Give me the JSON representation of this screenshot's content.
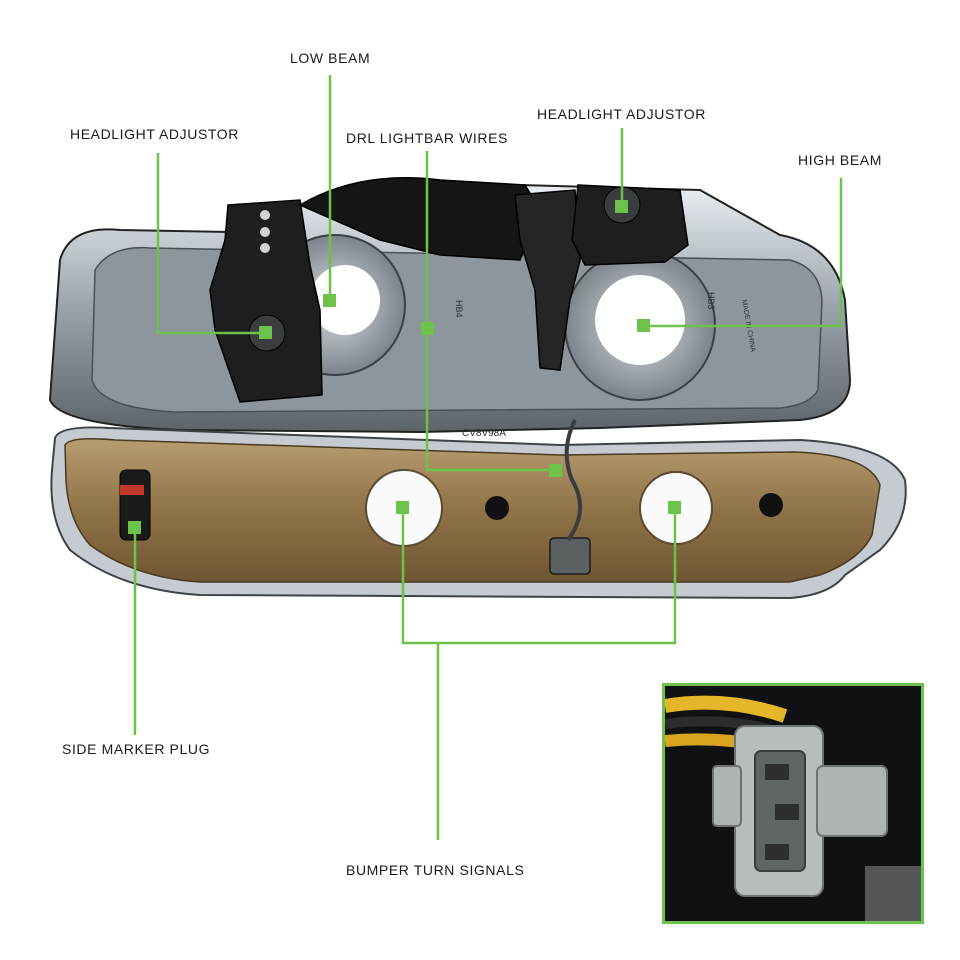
{
  "accent_color": "#6cc24a",
  "callouts": {
    "low_beam": "LOW BEAM",
    "headlight_adjustor_left": "HEADLIGHT ADJUSTOR",
    "drl_lightbar_wires": "DRL LIGHTBAR WIRES",
    "headlight_adjustor_right": "HEADLIGHT ADJUSTOR",
    "high_beam": "HIGH BEAM",
    "side_marker_plug": "SIDE MARKER PLUG",
    "bumper_turn_signals": "BUMPER TURN SIGNALS"
  },
  "part_markings": {
    "housing_code": "CV8V98A",
    "label_codes": [
      "HB3",
      "HB4"
    ],
    "sticker_text": "MADE IN CHINA"
  },
  "inset": {
    "subject": "connector-plug-closeup"
  }
}
